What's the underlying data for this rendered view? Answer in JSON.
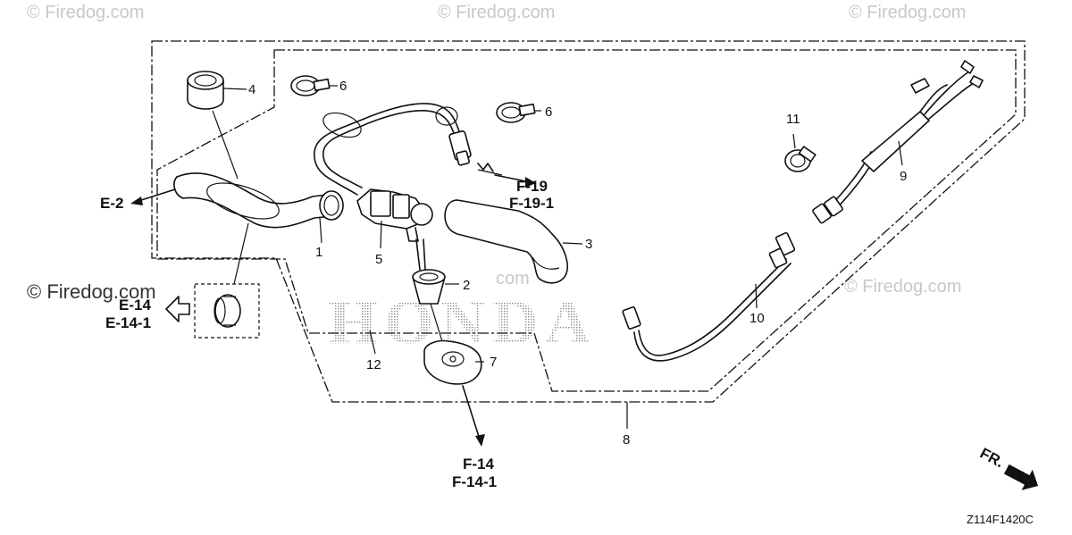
{
  "watermarks": {
    "top_left": "© Firedog.com",
    "top_center": "© Firedog.com",
    "top_right": "© Firedog.com",
    "mid_left": "© Firedog.com",
    "mid_right": "© Firedog.com",
    "center_faint": "com"
  },
  "brand_logo": "HONDA",
  "callouts": [
    "1",
    "2",
    "3",
    "4",
    "5",
    "6",
    "6",
    "7",
    "8",
    "9",
    "10",
    "11",
    "12"
  ],
  "references": {
    "e2": "E-2",
    "f19": "F-19",
    "f19_1": "F-19-1",
    "e14": "E-14",
    "e14_1": "E-14-1",
    "f14": "F-14",
    "f14_1": "F-14-1"
  },
  "direction_label": "FR.",
  "diagram_code": "Z114F1420C"
}
